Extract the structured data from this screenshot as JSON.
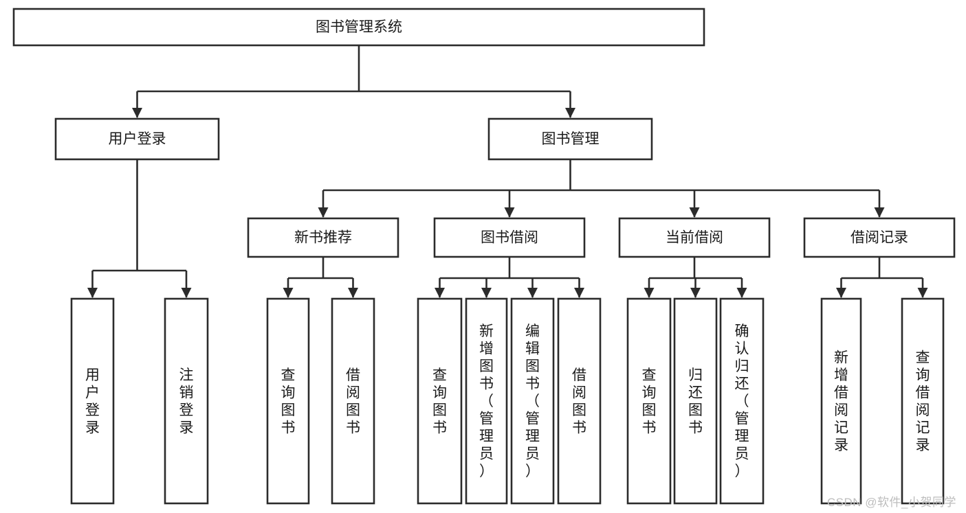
{
  "diagram": {
    "type": "tree-hierarchy",
    "title": "图书管理系统",
    "colors": {
      "box_stroke": "#2b2b2b",
      "box_fill": "#ffffff",
      "connector": "#2b2b2b",
      "text": "#1a1a1a",
      "background": "#ffffff",
      "watermark": "#bdbdbd"
    },
    "root": {
      "label": "图书管理系统",
      "orientation": "horizontal"
    },
    "level2": [
      {
        "label": "用户登录",
        "orientation": "horizontal"
      },
      {
        "label": "图书管理",
        "orientation": "horizontal"
      }
    ],
    "level3": [
      {
        "label": "新书推荐",
        "orientation": "horizontal",
        "parent": "图书管理"
      },
      {
        "label": "图书借阅",
        "orientation": "horizontal",
        "parent": "图书管理"
      },
      {
        "label": "当前借阅",
        "orientation": "horizontal",
        "parent": "图书管理"
      },
      {
        "label": "借阅记录",
        "orientation": "horizontal",
        "parent": "图书管理"
      }
    ],
    "leaves": {
      "用户登录": [
        {
          "label": "用户登录",
          "orientation": "vertical"
        },
        {
          "label": "注销登录",
          "orientation": "vertical"
        }
      ],
      "新书推荐": [
        {
          "label": "查询图书",
          "orientation": "vertical"
        },
        {
          "label": "借阅图书",
          "orientation": "vertical"
        }
      ],
      "图书借阅": [
        {
          "label": "查询图书",
          "orientation": "vertical"
        },
        {
          "label": "新增图书（管理员）",
          "orientation": "vertical"
        },
        {
          "label": "编辑图书（管理员）",
          "orientation": "vertical"
        },
        {
          "label": "借阅图书",
          "orientation": "vertical"
        }
      ],
      "当前借阅": [
        {
          "label": "查询图书",
          "orientation": "vertical"
        },
        {
          "label": "归还图书",
          "orientation": "vertical"
        },
        {
          "label": "确认归还（管理员）",
          "orientation": "vertical"
        }
      ],
      "借阅记录": [
        {
          "label": "新增借阅记录",
          "orientation": "vertical"
        },
        {
          "label": "查询借阅记录",
          "orientation": "vertical"
        }
      ]
    }
  },
  "watermark": {
    "text": "CSDN @软件_小贺同学"
  }
}
